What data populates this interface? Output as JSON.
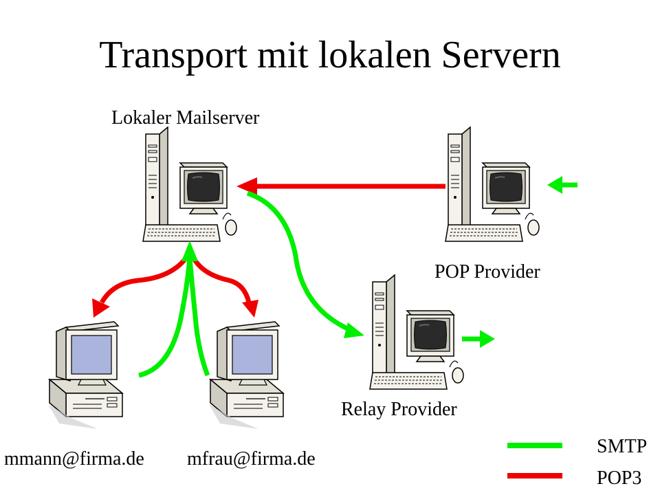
{
  "title": "Transport mit lokalen Servern",
  "nodes": {
    "local_server": "Lokaler Mailserver",
    "pop_provider": "POP Provider",
    "relay_provider": "Relay Provider",
    "client_1": "mmann@firma.de",
    "client_2": "mfrau@firma.de"
  },
  "legend": [
    {
      "label": "SMTP",
      "color": "#00ee00"
    },
    {
      "label": "POP3",
      "color": "#ee0000"
    }
  ],
  "colors": {
    "smtp": "#00ee00",
    "pop3": "#ee0000",
    "screen": "#2a2a2a",
    "monitor_client_screen": "#aab4dd",
    "case": "#f4f2ea"
  },
  "icons": {
    "server": "server-computer-icon",
    "client": "desktop-computer-icon"
  }
}
